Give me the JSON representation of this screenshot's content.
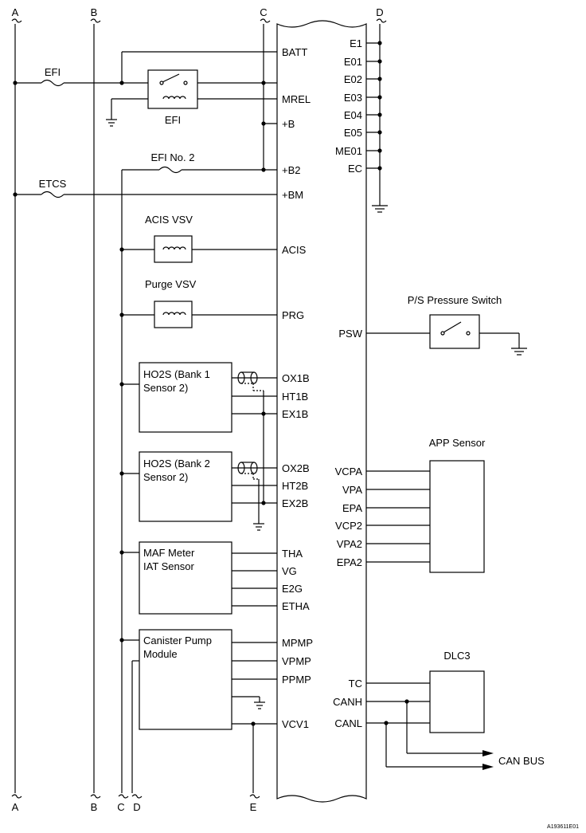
{
  "rails": {
    "top": [
      "A",
      "B",
      "C",
      "D"
    ],
    "bottom": [
      "A",
      "B",
      "C",
      "D",
      "E"
    ]
  },
  "left_components": {
    "efi_fuse": "EFI",
    "efi_relay": "EFI",
    "efi_no2_fuse": "EFI No. 2",
    "etcs_fuse": "ETCS",
    "acis_vsv": "ACIS VSV",
    "purge_vsv": "Purge VSV",
    "ho2s_b1_line1": "HO2S (Bank 1",
    "ho2s_b1_line2": "Sensor 2)",
    "ho2s_b2_line1": "HO2S (Bank 2",
    "ho2s_b2_line2": "Sensor 2)",
    "maf_line1": "MAF Meter",
    "maf_line2": "IAT Sensor",
    "canister_line1": "Canister Pump",
    "canister_line2": "Module"
  },
  "ecm_left_pins": [
    "BATT",
    "MREL",
    "+B",
    "+B2",
    "+BM",
    "ACIS",
    "PRG",
    "OX1B",
    "HT1B",
    "EX1B",
    "OX2B",
    "HT2B",
    "EX2B",
    "THA",
    "VG",
    "E2G",
    "ETHA",
    "MPMP",
    "VPMP",
    "PPMP",
    "VCV1"
  ],
  "ecm_right_ground_pins": [
    "E1",
    "E01",
    "E02",
    "E03",
    "E04",
    "E05",
    "ME01",
    "EC"
  ],
  "ecm_right_pins": {
    "psw": "PSW",
    "app": [
      "VCPA",
      "VPA",
      "EPA",
      "VCP2",
      "VPA2",
      "EPA2"
    ],
    "dlc": [
      "TC",
      "CANH",
      "CANL"
    ]
  },
  "right_components": {
    "ps_switch": "P/S Pressure Switch",
    "app_sensor": "APP Sensor",
    "dlc3": "DLC3",
    "can_bus": "CAN BUS"
  },
  "figure_code": "A193611E01"
}
